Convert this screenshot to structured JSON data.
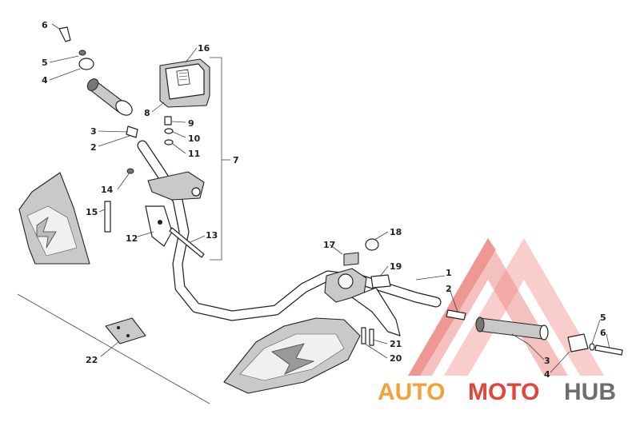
{
  "diagram": {
    "callouts": [
      {
        "id": "c6a",
        "label": "6"
      },
      {
        "id": "c5a",
        "label": "5"
      },
      {
        "id": "c4a",
        "label": "4"
      },
      {
        "id": "c3a",
        "label": "3"
      },
      {
        "id": "c2a",
        "label": "2"
      },
      {
        "id": "c16",
        "label": "16"
      },
      {
        "id": "c8",
        "label": "8"
      },
      {
        "id": "c9",
        "label": "9"
      },
      {
        "id": "c10",
        "label": "10"
      },
      {
        "id": "c11",
        "label": "11"
      },
      {
        "id": "c7",
        "label": "7"
      },
      {
        "id": "c14",
        "label": "14"
      },
      {
        "id": "c15",
        "label": "15"
      },
      {
        "id": "c12",
        "label": "12"
      },
      {
        "id": "c13",
        "label": "13"
      },
      {
        "id": "c22",
        "label": "22"
      },
      {
        "id": "c17",
        "label": "17"
      },
      {
        "id": "c18",
        "label": "18"
      },
      {
        "id": "c19",
        "label": "19"
      },
      {
        "id": "c1",
        "label": "1"
      },
      {
        "id": "c2b",
        "label": "2"
      },
      {
        "id": "c21",
        "label": "21"
      },
      {
        "id": "c20",
        "label": "20"
      },
      {
        "id": "c3b",
        "label": "3"
      },
      {
        "id": "c4b",
        "label": "4"
      },
      {
        "id": "c5b",
        "label": "5"
      },
      {
        "id": "c6b",
        "label": "6"
      }
    ]
  },
  "watermark": {
    "part1": "AUTO",
    "part2": "MOTO",
    "part3": "HUB",
    "color_accent": "#f2a23a",
    "color_red": "#e0453e",
    "color_grey": "#6e6e6e"
  }
}
